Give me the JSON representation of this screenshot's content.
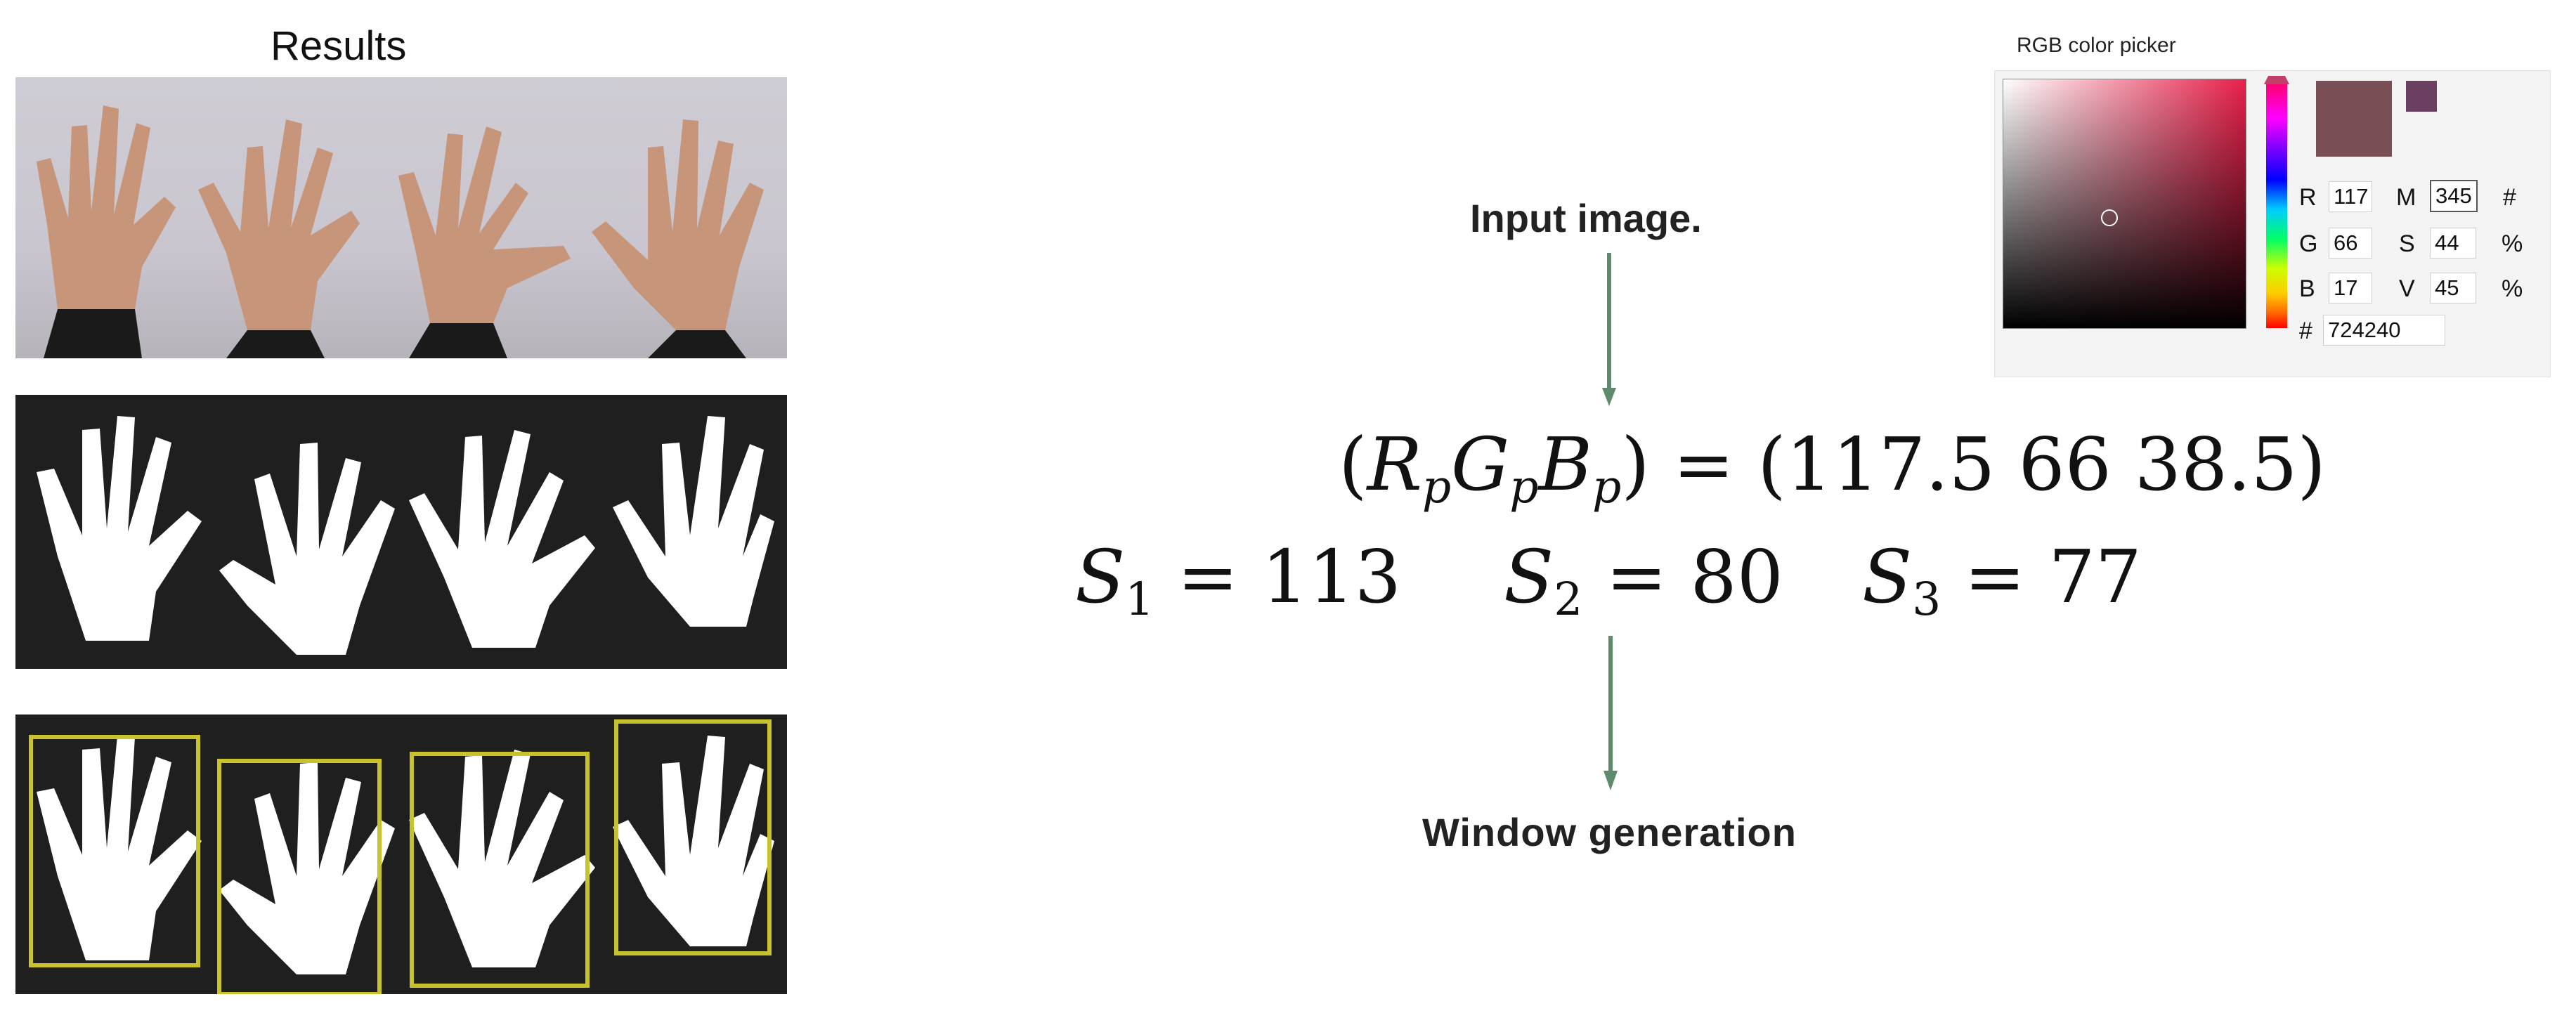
{
  "results": {
    "title": "Results"
  },
  "flow": {
    "input_label": "Input image.",
    "window_label": "Window generation"
  },
  "equations": {
    "rgb": {
      "R": "R",
      "G": "G",
      "B": "B",
      "sub": "p",
      "lhs_open": "(",
      "lhs_close": ")",
      "equals": " = ",
      "rhs": "(117.5 66 38.5)"
    },
    "s1": {
      "S": "S",
      "sub": "1",
      "rest": " = 113"
    },
    "s2": {
      "S": "S",
      "sub": "2",
      "rest": " = 80"
    },
    "s3": {
      "S": "S",
      "sub": "3",
      "rest": " = 77"
    }
  },
  "picker": {
    "title": "RGB color picker",
    "R_label": "R",
    "R": "117",
    "G_label": "G",
    "G": "66",
    "B_label": "B",
    "B": "17",
    "M_label": "M",
    "M": "345",
    "M_unit": "#",
    "S_label": "S",
    "S": "44",
    "S_unit": "%",
    "V_label": "V",
    "V": "45",
    "V_unit": "%",
    "hex_label": "#",
    "hex": "724240",
    "colors": {
      "selected": "#7a4e55",
      "previous": "#6b3f62",
      "hue_top": "#e8204a"
    }
  },
  "colors": {
    "arrow": "#5f8a6b",
    "box_outline": "#c9c22a",
    "mask_bg": "#1f1f1f",
    "hand_fill": "#ffffff"
  }
}
